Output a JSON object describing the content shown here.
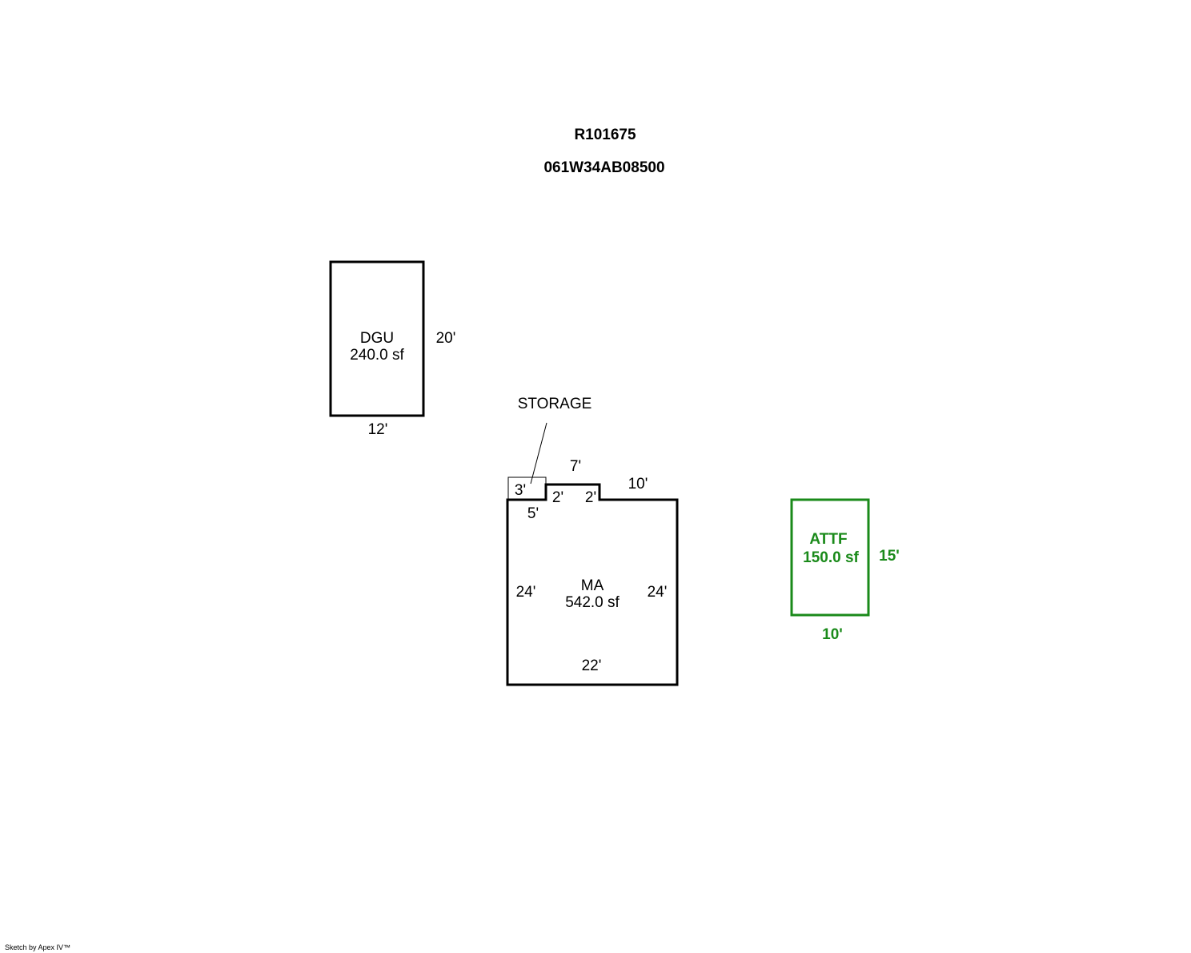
{
  "header": {
    "record_id": "R101675",
    "parcel_id": "061W34AB08500"
  },
  "areas": {
    "dgu": {
      "code": "DGU",
      "area": "240.0 sf",
      "dim_side": "20'",
      "dim_bottom": "12'"
    },
    "storage": {
      "label": "STORAGE",
      "dim": "3'"
    },
    "ma": {
      "code": "MA",
      "area": "542.0 sf",
      "dim_left": "24'",
      "dim_right": "24'",
      "dim_bottom": "22'",
      "dim_top_right": "10'",
      "dim_bump_top": "7'",
      "dim_bump_left": "2'",
      "dim_bump_right": "2'",
      "dim_top_left": "5'"
    },
    "attf": {
      "code": "ATTF",
      "area": "150.0 sf",
      "dim_side": "15'",
      "dim_bottom": "10'",
      "color": "#1a8a1a"
    }
  },
  "footer": {
    "credit": "Sketch by Apex IV™"
  }
}
